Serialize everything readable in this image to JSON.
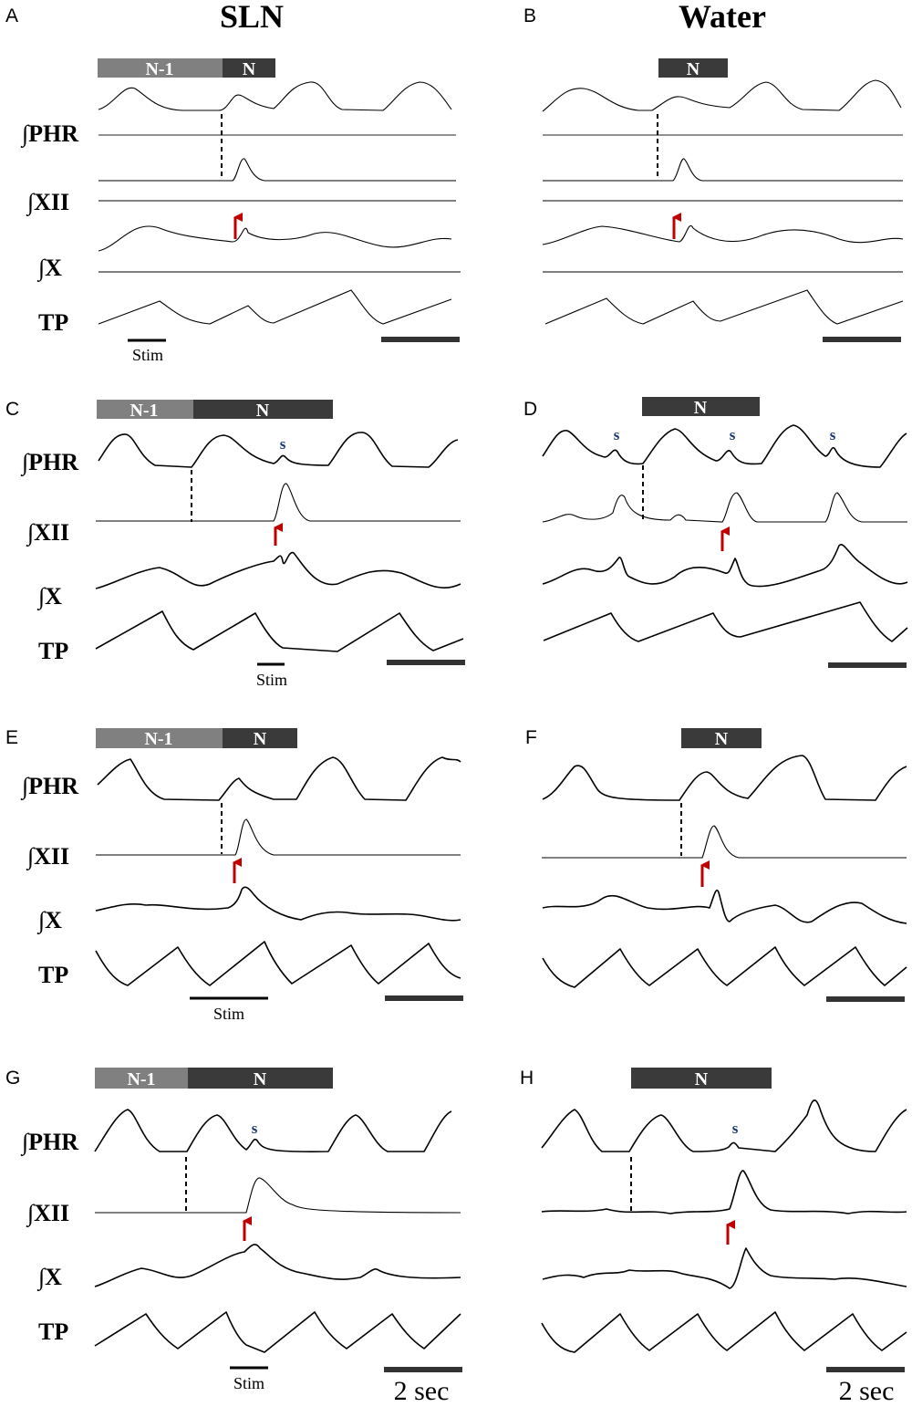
{
  "columns": {
    "left_title": "SLN",
    "right_title": "Water"
  },
  "panels": {
    "A": "A",
    "B": "B",
    "C": "C",
    "D": "D",
    "E": "E",
    "F": "F",
    "G": "G",
    "H": "H"
  },
  "labels": {
    "phr": "∫PHR",
    "xii": "∫XII",
    "x": "∫X",
    "tp": "TP"
  },
  "bars": {
    "n_minus_1": "N-1",
    "n": "N"
  },
  "stim_label": "Stim",
  "swallow_mark": "s",
  "scale_label": "2 sec",
  "colors": {
    "bar_light": "#808080",
    "bar_dark": "#3a3a3a",
    "arrow": "#c00000",
    "swallow": "#1f3a78"
  }
}
